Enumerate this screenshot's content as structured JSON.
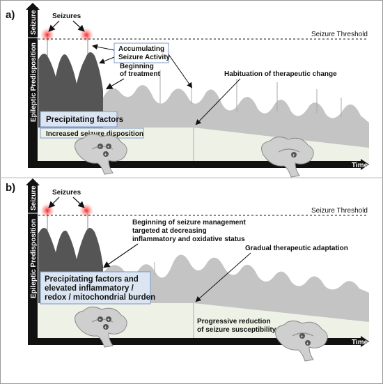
{
  "panel_a": {
    "label": "a)",
    "y_axis_top": "Seizure",
    "y_axis_bottom": "Epileptic Predisposition",
    "x_axis": "Time",
    "seizures": "Seizures",
    "threshold": "Seizure Threshold",
    "accumulating_line1": "Accumulating",
    "accumulating_line2": "Seizure Activity",
    "treatment_line1": "Beginning",
    "treatment_line2": "of treatment",
    "habituation": "Habituation of therapeutic change",
    "precipitating": "Precipitating factors",
    "disposition": "Increased seizure disposition"
  },
  "panel_b": {
    "label": "b)",
    "y_axis_top": "Seizure",
    "y_axis_bottom": "Epileptic Predisposition",
    "x_axis": "Time",
    "seizures": "Seizures",
    "threshold": "Seizure Threshold",
    "management_line1": "Beginning of seizure management",
    "management_line2": "targeted at decreasing",
    "management_line3": "inflammatory and oxidative status",
    "adaptation": "Gradual therapeutic adaptation",
    "burden_line1": "Precipitating factors and",
    "burden_line2": "elevated inflammatory /",
    "burden_line3": "redox / mitochondrial burden",
    "reduction_line1": "Progressive reduction",
    "reduction_line2": "of seizure susceptibility"
  },
  "colors": {
    "axis": "#111111",
    "early_area": "#555555",
    "late_area": "#c4c4c4",
    "baseline_band": "#eef2e6",
    "highlight_box": "#dce6f2",
    "glow": "#ff3b3b"
  }
}
